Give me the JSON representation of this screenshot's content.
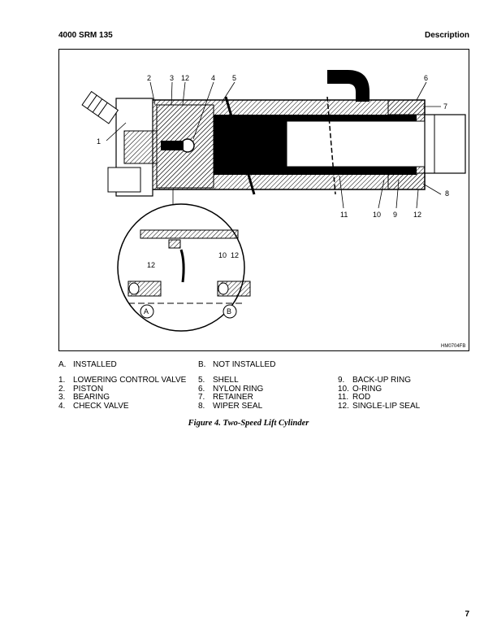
{
  "header": {
    "left": "4000 SRM 135",
    "right": "Description"
  },
  "figure": {
    "callouts": [
      "1",
      "2",
      "3",
      "12",
      "4",
      "5",
      "6",
      "7",
      "8",
      "11",
      "10",
      "9",
      "12",
      "12",
      "10",
      "12"
    ],
    "detail_a": "A",
    "detail_b": "B",
    "code": "HM0704FB"
  },
  "legend": {
    "installed": {
      "letter": "A.",
      "text": "INSTALLED"
    },
    "not_installed": {
      "letter": "B.",
      "text": "NOT INSTALLED"
    },
    "col1": [
      {
        "n": "1.",
        "t": "LOWERING CONTROL VALVE"
      },
      {
        "n": "2.",
        "t": "PISTON"
      },
      {
        "n": "3.",
        "t": "BEARING"
      },
      {
        "n": "4.",
        "t": "CHECK VALVE"
      }
    ],
    "col2": [
      {
        "n": "5.",
        "t": "SHELL"
      },
      {
        "n": "6.",
        "t": "NYLON RING"
      },
      {
        "n": "7.",
        "t": "RETAINER"
      },
      {
        "n": "8.",
        "t": "WIPER SEAL"
      }
    ],
    "col3": [
      {
        "n": "9.",
        "t": "BACK-UP RING"
      },
      {
        "n": "10.",
        "t": "O-RING"
      },
      {
        "n": "11.",
        "t": "ROD"
      },
      {
        "n": "12.",
        "t": "SINGLE-LIP SEAL"
      }
    ]
  },
  "caption": "Figure 4. Two-Speed Lift Cylinder",
  "page_number": "7"
}
